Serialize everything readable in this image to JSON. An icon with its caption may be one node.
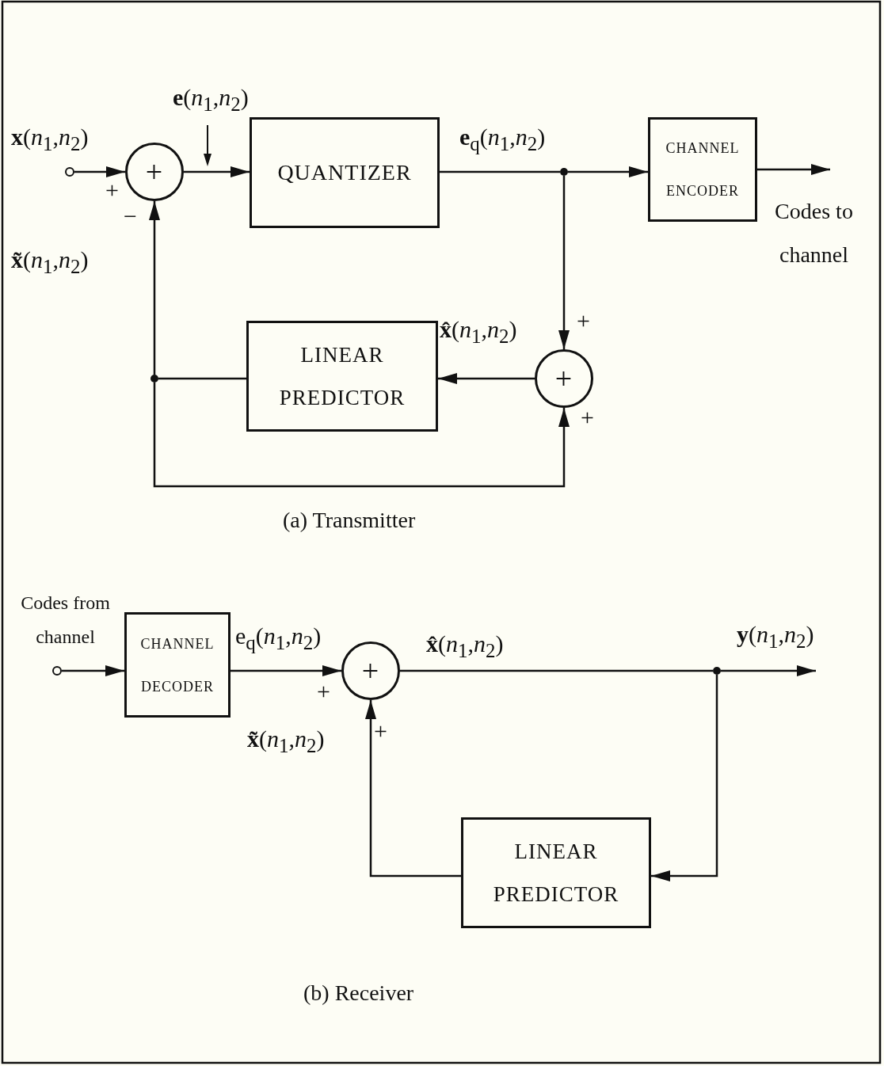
{
  "diagram": {
    "nodes": [
      {
        "text": [],
        "shape": "circle"
      },
      {
        "text": [
          "+"
        ]
      },
      {
        "text": [
          "QUANTIZER"
        ]
      },
      {
        "text": [],
        "shape": "circle"
      },
      {
        "text": [
          "CHANNEL ENCODER"
        ]
      },
      {
        "text": [
          "+"
        ]
      },
      {
        "text": [
          "LINEAR PREDICTOR"
        ]
      },
      {
        "text": [],
        "shape": "circle"
      },
      {
        "text": [],
        "shape": "circle"
      },
      {
        "text": [
          "CHANNEL DECODER"
        ]
      },
      {
        "text": [
          "+"
        ]
      },
      {
        "text": [],
        "shape": "circle"
      },
      {
        "text": [
          "LINEAR PREDICTOR"
        ]
      }
    ],
    "edges": [
      {
        "from": 0,
        "to": 1,
        "arrow": "to"
      },
      {
        "from": 1,
        "to": 2,
        "arrow": "to"
      },
      {
        "from": 2,
        "to": 3,
        "arrow": "none"
      },
      {
        "from": 3,
        "to": 4,
        "arrow": "to"
      },
      {
        "from": 4,
        "to": null,
        "arrow": "to"
      },
      {
        "from": 3,
        "to": 5,
        "arrow": "to"
      },
      {
        "from": 5,
        "to": 6,
        "arrow": "to"
      },
      {
        "from": 6,
        "to": 7,
        "arrow": "none"
      },
      {
        "from": 7,
        "to": 1,
        "arrow": "to"
      },
      {
        "from": 7,
        "to": 5,
        "arrow": "to"
      },
      {
        "from": 8,
        "to": 9,
        "arrow": "to"
      },
      {
        "from": 9,
        "to": 10,
        "arrow": "to"
      },
      {
        "from": 10,
        "to": 11,
        "arrow": "none"
      },
      {
        "from": 11,
        "to": null,
        "arrow": "to"
      },
      {
        "from": 11,
        "to": 12,
        "arrow": "to"
      },
      {
        "from": 12,
        "to": 10,
        "arrow": "to"
      }
    ],
    "labels": [
      "**e**(*n*$_{1}$,*n*$_{2}$)",
      "**x**(*n*$_{1}$,*n*$_{2}$)",
      "**e**$_{q}$(*n*$_{1}$,*n*$_{2}$)",
      "+",
      "−",
      "**x̃**(*n*$_{1}$,*n*$_{2}$)",
      "Codes to channel",
      "**x̂**(*n*$_{1}$,*n*$_{2}$)",
      "+",
      "+",
      "(a)  Transmitter",
      "Codes from channel",
      "e$_{q}$(*n*$_{1}$,*n*$_{2}$)",
      "**x̂**(*n*$_{1}$,*n*$_{2}$)",
      "**y**(*n*$_{1}$,*n*$_{2}$)",
      "+",
      "**x̃**(*n*$_{1}$,*n*$_{2}$)",
      "+",
      "(b)  Receiver"
    ]
  }
}
